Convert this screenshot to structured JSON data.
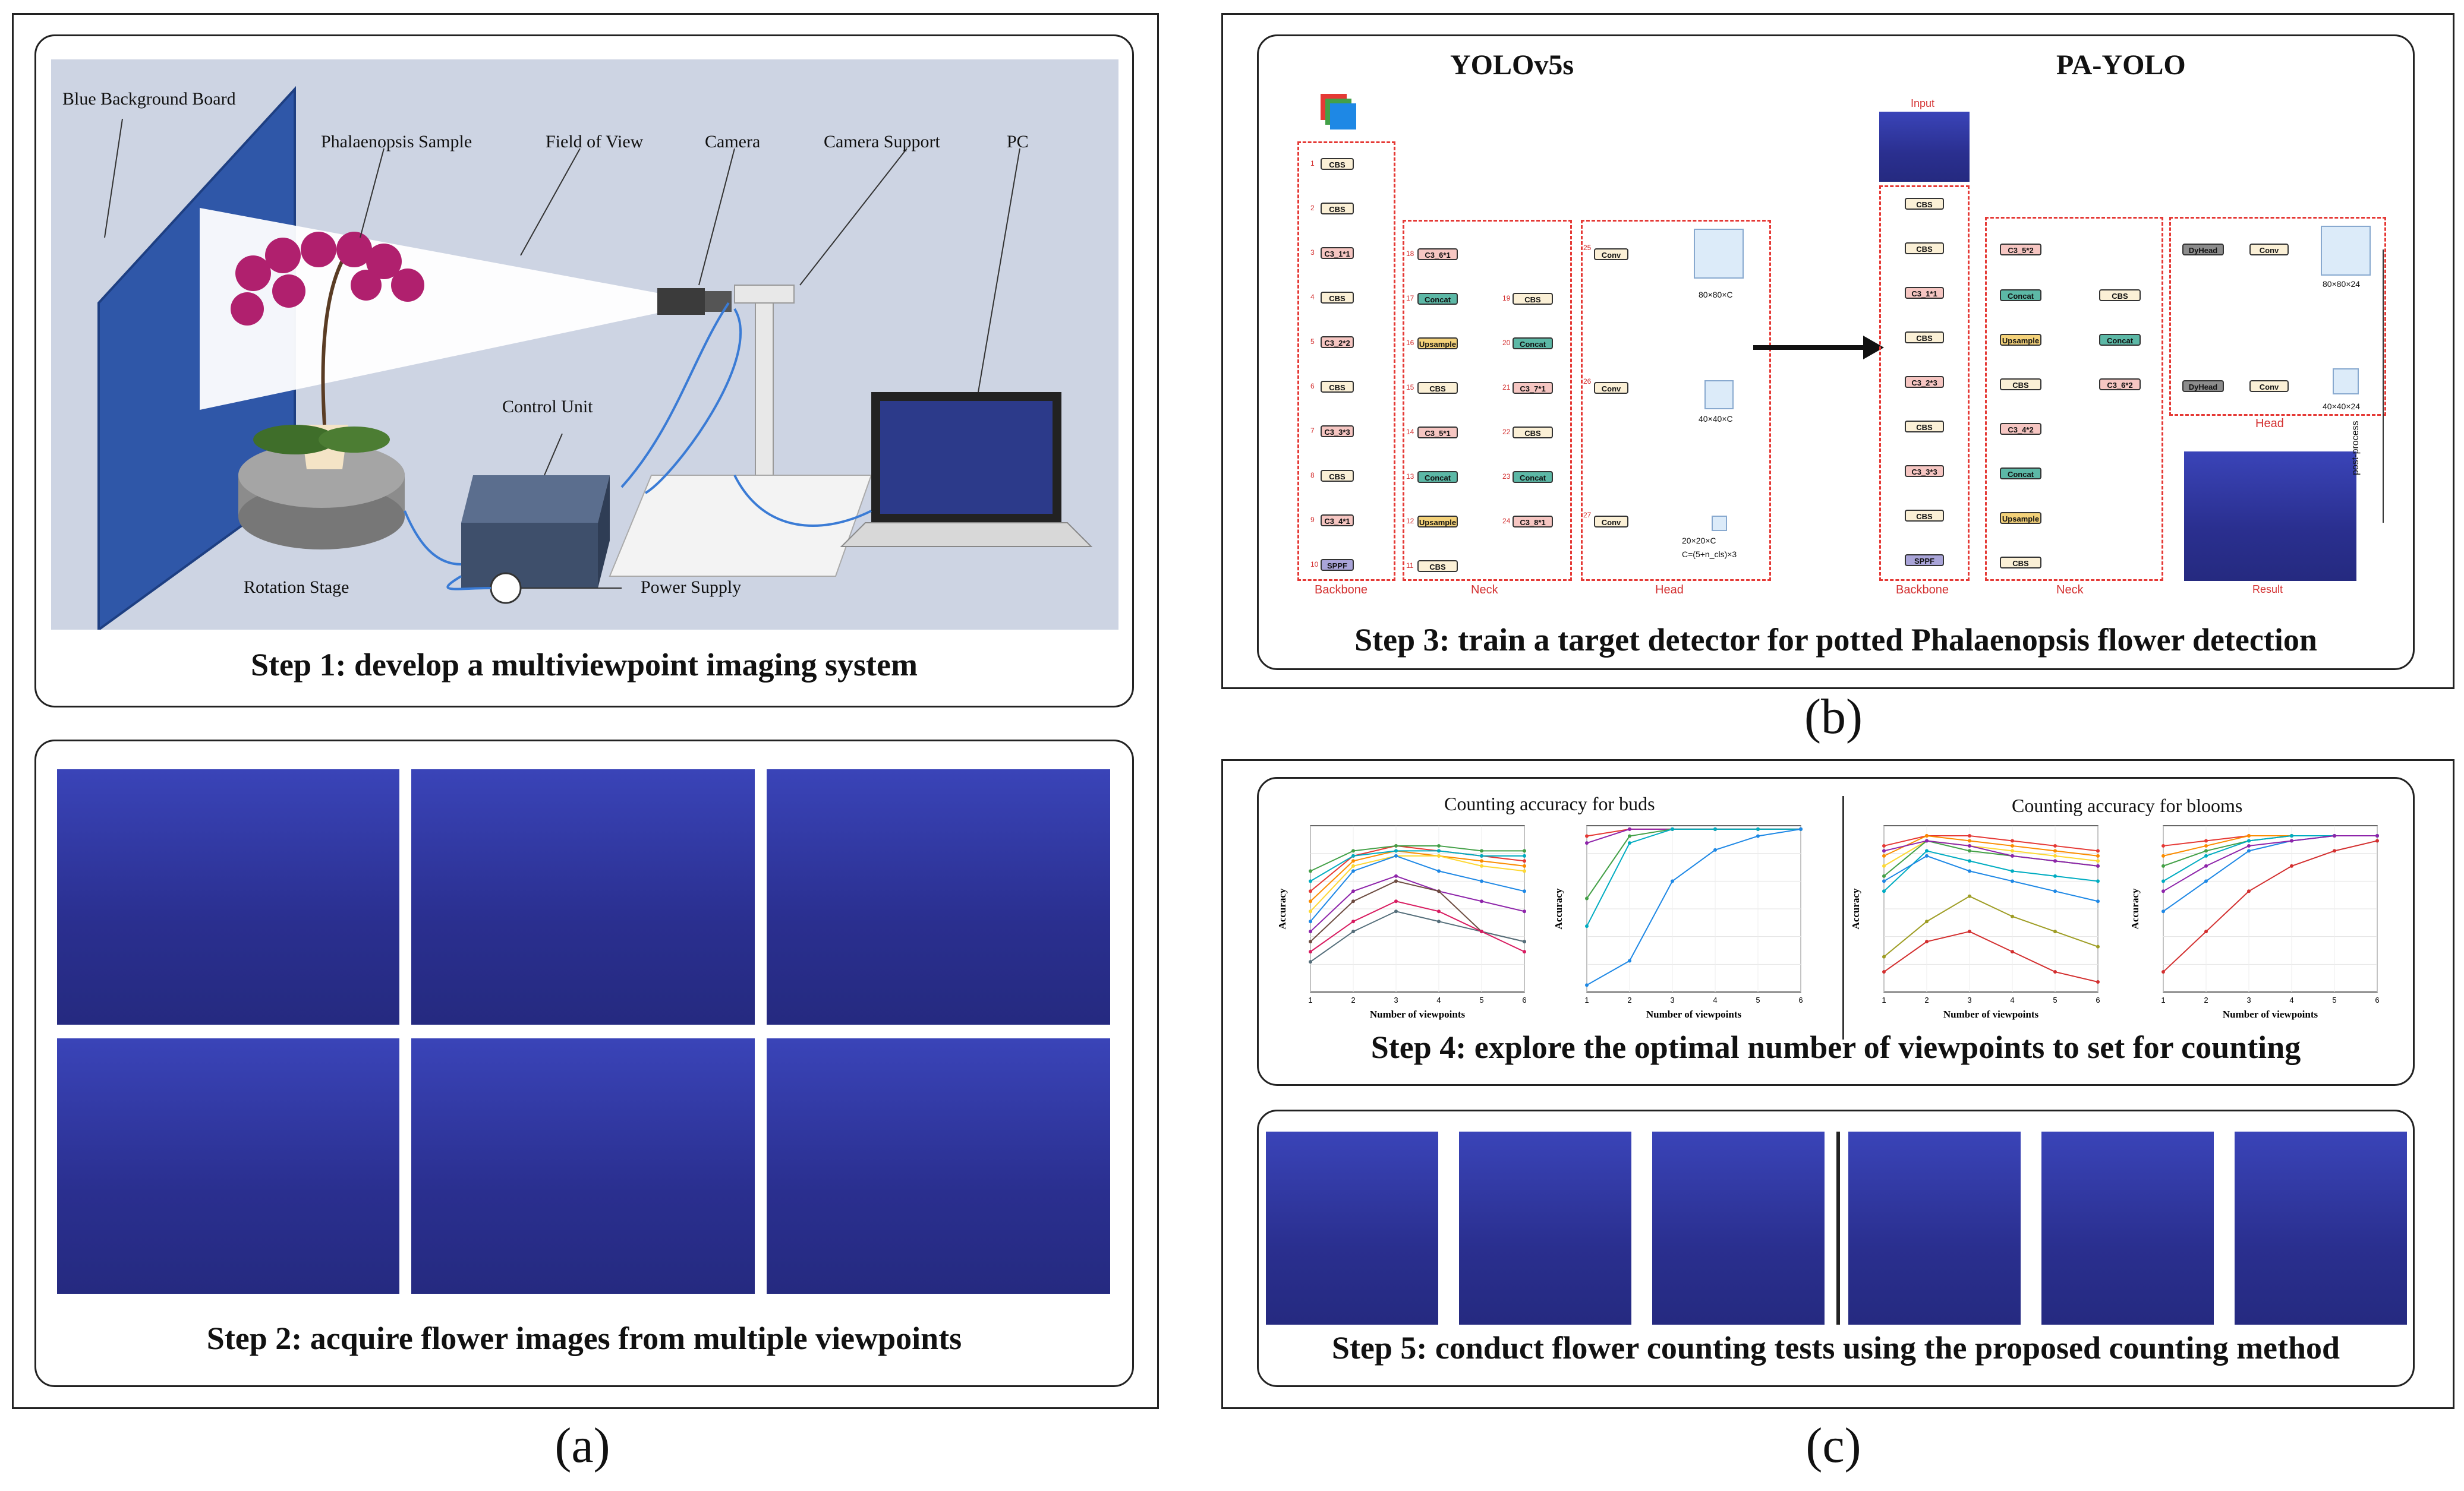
{
  "panel_a": {
    "letter": "(a)",
    "step1": "Step 1: develop a multiviewpoint imaging system",
    "step2": "Step 2: acquire flower images from multiple viewpoints",
    "labels": {
      "blue_board": "Blue Background Board",
      "sample": "Phalaenopsis Sample",
      "fov": "Field of View",
      "camera": "Camera",
      "camera_support": "Camera Support",
      "pc": "PC",
      "control_unit": "Control Unit",
      "rotation_stage": "Rotation Stage",
      "power_supply": "Power Supply"
    }
  },
  "panel_b": {
    "letter": "(b)",
    "step3": "Step 3: train a target detector for potted Phalaenopsis flower detection",
    "yolo_title": "YOLOv5s",
    "pa_title": "PA-YOLO",
    "backbone": "Backbone",
    "neck": "Neck",
    "head": "Head",
    "input": "Input",
    "result": "Result",
    "post_process": "post-process",
    "yolo_backbone": [
      "CBS",
      "CBS",
      "C3_1*1",
      "CBS",
      "C3_2*2",
      "CBS",
      "C3_3*3",
      "CBS",
      "C3_4*1",
      "SPPF"
    ],
    "yolo_backbone_nums": [
      "1",
      "2",
      "3",
      "4",
      "5",
      "6",
      "7",
      "8",
      "9",
      "10"
    ],
    "yolo_neck_left": [
      "C3_6*1",
      "Concat",
      "Upsample",
      "CBS",
      "C3_5*1",
      "Concat",
      "Upsample",
      "CBS"
    ],
    "yolo_neck_left_nums": [
      "18",
      "17",
      "16",
      "15",
      "14",
      "13",
      "12",
      "11"
    ],
    "yolo_neck_right": [
      "CBS",
      "Concat",
      "C3_7*1",
      "CBS",
      "Concat",
      "C3_8*1"
    ],
    "yolo_neck_right_nums": [
      "19",
      "20",
      "21",
      "22",
      "23",
      "24"
    ],
    "yolo_head_nums": [
      "25",
      "26",
      "27"
    ],
    "conv": "Conv",
    "yolo_head_sizes": [
      "80×80×C",
      "40×40×C",
      "20×20×C",
      "C=(5+n_cls)×3"
    ],
    "pa_backbone": [
      "CBS",
      "CBS",
      "C3_1*1",
      "CBS",
      "C3_2*3",
      "CBS",
      "C3_3*3",
      "CBS",
      "SPPF"
    ],
    "pa_neck_left": [
      "Concat",
      "Upsample",
      "CBS",
      "C3_4*2",
      "Concat",
      "Upsample",
      "CBS"
    ],
    "pa_neck_top": "C3_5*2",
    "pa_neck_right": [
      "CBS",
      "Concat",
      "C3_6*2"
    ],
    "dyhead": "DyHead",
    "pa_head_sizes": [
      "80×80×24",
      "40×40×24"
    ]
  },
  "panel_c": {
    "letter": "(c)",
    "step4": "Step 4: explore the optimal number of viewpoints to set for counting",
    "step5": "Step 5: conduct flower counting tests using the proposed counting method",
    "title_buds": "Counting accuracy for buds",
    "title_blooms": "Counting accuracy for blooms",
    "xlabel": "Number of viewpoints",
    "ylabel": "Accuracy",
    "xticks": [
      "1",
      "2",
      "3",
      "4",
      "5",
      "6"
    ]
  },
  "chart_data": [
    {
      "type": "line",
      "title": "Counting accuracy for buds",
      "xlabel": "Number of viewpoints",
      "ylabel": "Accuracy",
      "x": [
        1,
        2,
        3,
        4,
        5,
        6
      ],
      "series": [
        {
          "color": "#e53935",
          "values": [
            0.88,
            0.95,
            0.97,
            0.96,
            0.95,
            0.94
          ]
        },
        {
          "color": "#fb8c00",
          "values": [
            0.86,
            0.94,
            0.96,
            0.95,
            0.94,
            0.93
          ]
        },
        {
          "color": "#fdd835",
          "values": [
            0.84,
            0.93,
            0.95,
            0.95,
            0.93,
            0.92
          ]
        },
        {
          "color": "#43a047",
          "values": [
            0.92,
            0.96,
            0.97,
            0.97,
            0.96,
            0.96
          ]
        },
        {
          "color": "#00acc1",
          "values": [
            0.9,
            0.95,
            0.96,
            0.96,
            0.95,
            0.95
          ]
        },
        {
          "color": "#1e88e5",
          "values": [
            0.82,
            0.92,
            0.95,
            0.92,
            0.9,
            0.88
          ]
        },
        {
          "color": "#8e24aa",
          "values": [
            0.8,
            0.88,
            0.91,
            0.88,
            0.86,
            0.84
          ]
        },
        {
          "color": "#6d4c41",
          "values": [
            0.78,
            0.86,
            0.9,
            0.88,
            0.8,
            0.78
          ]
        },
        {
          "color": "#546e7a",
          "values": [
            0.74,
            0.8,
            0.84,
            0.82,
            0.8,
            0.78
          ]
        },
        {
          "color": "#d81b60",
          "values": [
            0.76,
            0.82,
            0.86,
            0.84,
            0.8,
            0.76
          ]
        }
      ]
    },
    {
      "type": "line",
      "xlabel": "Number of viewpoints",
      "ylabel": "Accuracy",
      "x": [
        1,
        2,
        3,
        4,
        5,
        6
      ],
      "series": [
        {
          "color": "#e53935",
          "values": [
            0.98,
            1.0,
            1.0,
            1.0,
            1.0,
            1.0
          ]
        },
        {
          "color": "#8e24aa",
          "values": [
            0.96,
            1.0,
            1.0,
            1.0,
            1.0,
            1.0
          ]
        },
        {
          "color": "#43a047",
          "values": [
            0.8,
            0.98,
            1.0,
            1.0,
            1.0,
            1.0
          ]
        },
        {
          "color": "#00acc1",
          "values": [
            0.72,
            0.96,
            1.0,
            1.0,
            1.0,
            1.0
          ]
        },
        {
          "color": "#1e88e5",
          "values": [
            0.55,
            0.62,
            0.85,
            0.94,
            0.98,
            1.0
          ]
        }
      ]
    },
    {
      "type": "line",
      "title": "Counting accuracy for blooms",
      "xlabel": "Number of viewpoints",
      "ylabel": "Accuracy",
      "x": [
        1,
        2,
        3,
        4,
        5,
        6
      ],
      "series": [
        {
          "color": "#e53935",
          "values": [
            0.97,
            0.99,
            0.99,
            0.98,
            0.97,
            0.96
          ]
        },
        {
          "color": "#fb8c00",
          "values": [
            0.95,
            0.99,
            0.98,
            0.97,
            0.96,
            0.95
          ]
        },
        {
          "color": "#fdd835",
          "values": [
            0.93,
            0.98,
            0.97,
            0.96,
            0.95,
            0.94
          ]
        },
        {
          "color": "#43a047",
          "values": [
            0.91,
            0.98,
            0.96,
            0.95,
            0.94,
            0.93
          ]
        },
        {
          "color": "#00acc1",
          "values": [
            0.88,
            0.96,
            0.94,
            0.92,
            0.91,
            0.9
          ]
        },
        {
          "color": "#1e88e5",
          "values": [
            0.9,
            0.95,
            0.92,
            0.9,
            0.88,
            0.86
          ]
        },
        {
          "color": "#8e24aa",
          "values": [
            0.96,
            0.98,
            0.97,
            0.95,
            0.94,
            0.93
          ]
        },
        {
          "color": "#9e9d24",
          "values": [
            0.75,
            0.82,
            0.87,
            0.83,
            0.8,
            0.77
          ]
        },
        {
          "color": "#d32f2f",
          "values": [
            0.72,
            0.78,
            0.8,
            0.76,
            0.72,
            0.7
          ]
        }
      ]
    },
    {
      "type": "line",
      "xlabel": "Number of viewpoints",
      "ylabel": "Accuracy",
      "x": [
        1,
        2,
        3,
        4,
        5,
        6
      ],
      "series": [
        {
          "color": "#e53935",
          "values": [
            0.97,
            0.98,
            0.99,
            0.99,
            0.99,
            0.99
          ]
        },
        {
          "color": "#fb8c00",
          "values": [
            0.95,
            0.97,
            0.99,
            0.99,
            0.99,
            0.99
          ]
        },
        {
          "color": "#43a047",
          "values": [
            0.93,
            0.96,
            0.98,
            0.99,
            0.99,
            0.99
          ]
        },
        {
          "color": "#00acc1",
          "values": [
            0.9,
            0.95,
            0.98,
            0.99,
            0.99,
            0.99
          ]
        },
        {
          "color": "#1e88e5",
          "values": [
            0.84,
            0.9,
            0.96,
            0.98,
            0.99,
            0.99
          ]
        },
        {
          "color": "#8e24aa",
          "values": [
            0.88,
            0.93,
            0.97,
            0.98,
            0.99,
            0.99
          ]
        },
        {
          "color": "#d32f2f",
          "values": [
            0.72,
            0.8,
            0.88,
            0.93,
            0.96,
            0.98
          ]
        }
      ]
    }
  ]
}
